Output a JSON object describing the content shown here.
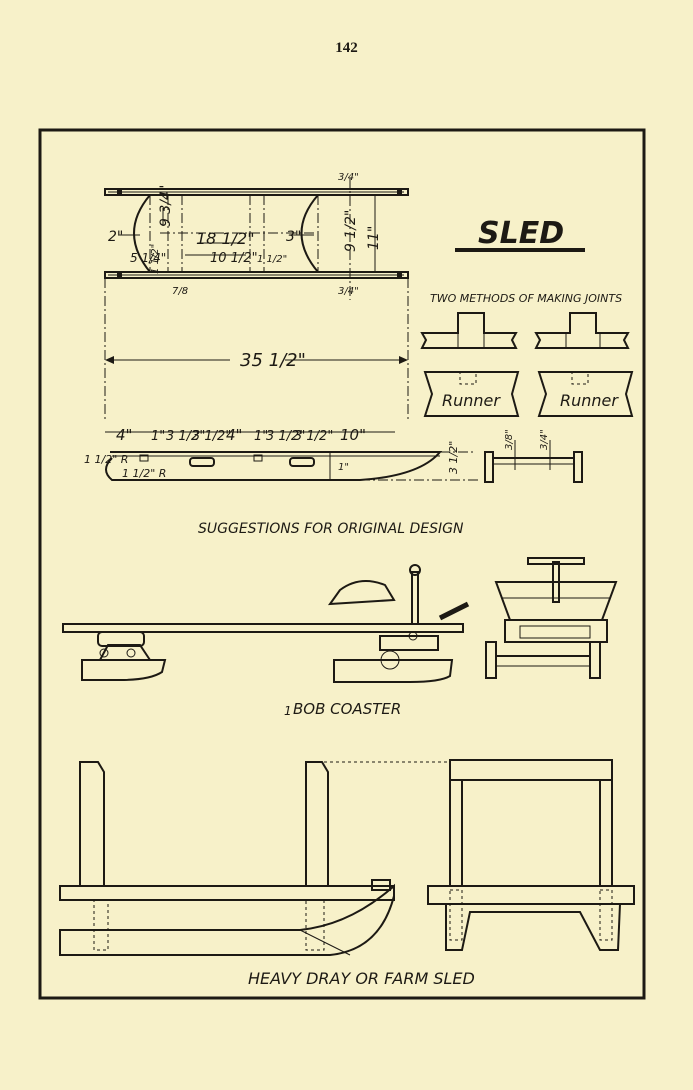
{
  "page_number": "142",
  "title": "SLED",
  "joints": {
    "heading": "TWO METHODS OF MAKING JOINTS",
    "runner_label_1": "Runner",
    "runner_label_2": "Runner"
  },
  "plan_dimensions": {
    "d_34a": "3/4\"",
    "d_2": "2\"",
    "d_9_34": "9 3/4\"",
    "d_18_12": "18 1/2\"",
    "d_3": "3\"",
    "d_9_12": "9 1/2\"",
    "d_11": "11\"",
    "d_5_14": "5 1/4\"",
    "d_1_12a": "1 1/2\"",
    "d_10_12": "10 1/2\"",
    "d_1_12b": "1 1/2\"",
    "d_7_8": "7/8",
    "d_34b": "3/4\"",
    "d_35_12": "35 1/2\""
  },
  "side_dimensions": {
    "segments": [
      "4\"",
      "1\"",
      "3 1/2\"",
      "3 1/2\"",
      "4\"",
      "1\"",
      "3 1/2\"",
      "3 1/2\"",
      "10\""
    ],
    "r_upper": "1 1/2\" R",
    "r_lower": "1 1/2\" R",
    "d_1": "1\"",
    "d_3_12": "3 1/2\"",
    "d_3_8": "3/8\"",
    "d_3_4": "3/4\""
  },
  "captions": {
    "original": "SUGGESTIONS FOR ORIGINAL DESIGN",
    "bob": "BOB COASTER",
    "bob_mark": "1",
    "heavy": "HEAVY DRAY OR FARM SLED"
  }
}
